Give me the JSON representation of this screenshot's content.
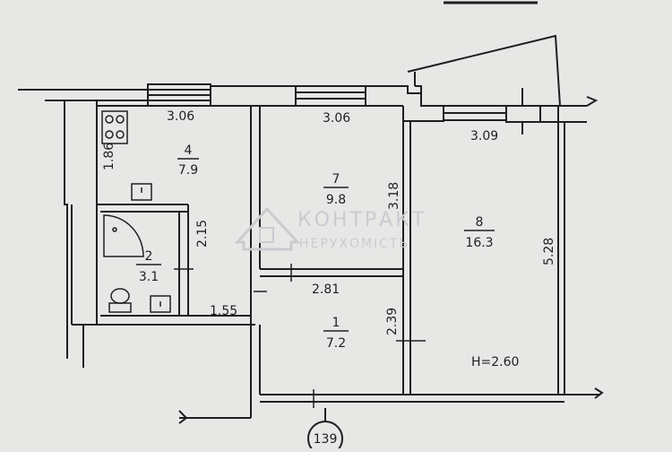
{
  "plan": {
    "ceiling_height": "H=2.60",
    "plan_number": "139",
    "rooms": [
      {
        "id": "4",
        "area": "7.9"
      },
      {
        "id": "7",
        "area": "9.8"
      },
      {
        "id": "8",
        "area": "16.3"
      },
      {
        "id": "2",
        "area": "3.1"
      },
      {
        "id": "1",
        "area": "7.2"
      }
    ],
    "dimensions": [
      "3.06",
      "3.06",
      "3.09",
      "1.86",
      "3.18",
      "5.28",
      "2.15",
      "2.81",
      "1.55",
      "2.39"
    ]
  },
  "watermark": {
    "title": "КОНТРАКТ",
    "subtitle": "НЕРУХОМІСТЬ"
  },
  "colors": {
    "paper": "#e7e8e6",
    "ink": "#1e1f22",
    "watermark": "#c9cbd0"
  }
}
